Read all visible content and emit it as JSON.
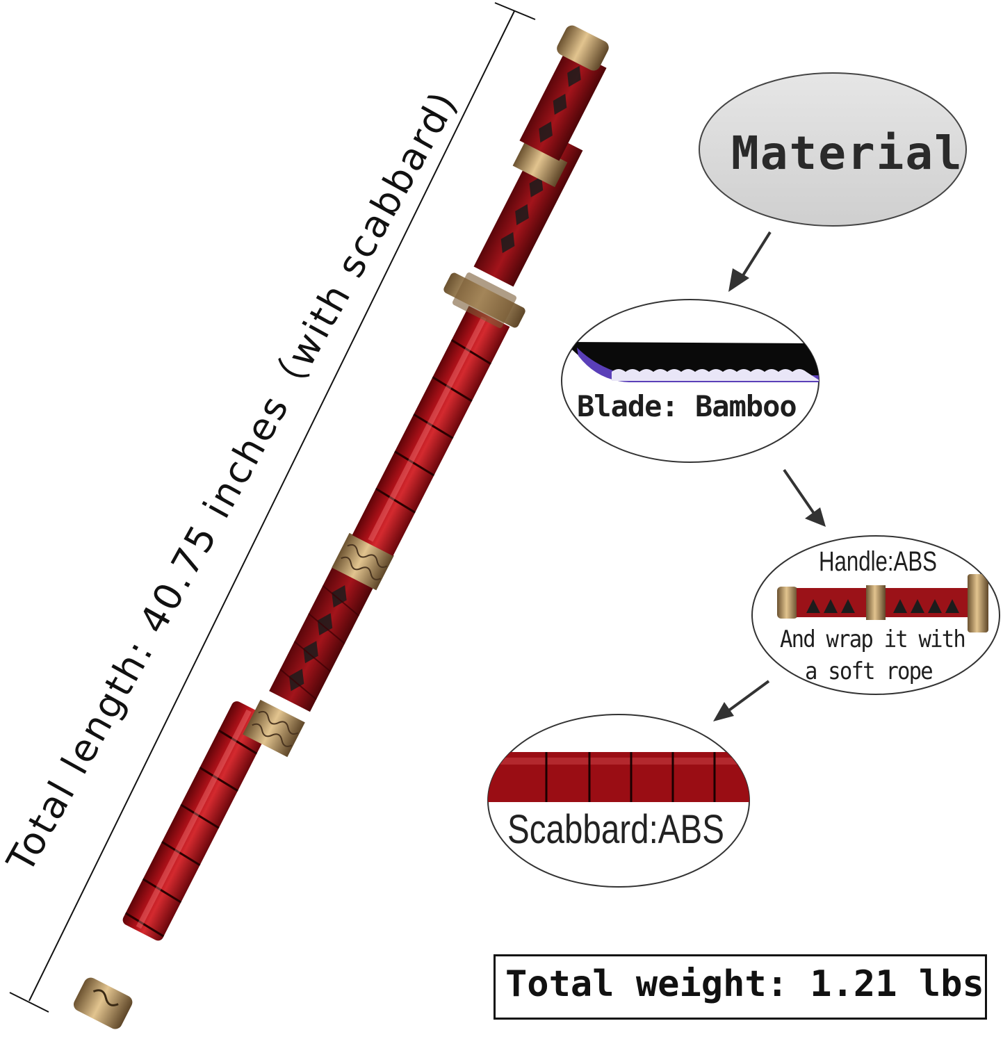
{
  "dimension_label": "Total length: 40.75 inches（with scabbard)",
  "material_title": "Material",
  "blade_label": "Blade: Bamboo",
  "handle_label": "Handle:ABS",
  "handle_note_line1": "And wrap it with",
  "handle_note_line2": "a soft rope",
  "scabbard_label": "Scabbard:ABS",
  "weight_label": "Total weight: 1.21 lbs",
  "colors": {
    "scabbard_red": "#8e0a10",
    "wrap_red": "#9b1218",
    "brass": "#b08a55",
    "bubble_gray": "#d9d9d9",
    "blade_purple": "#5a3fb8"
  }
}
